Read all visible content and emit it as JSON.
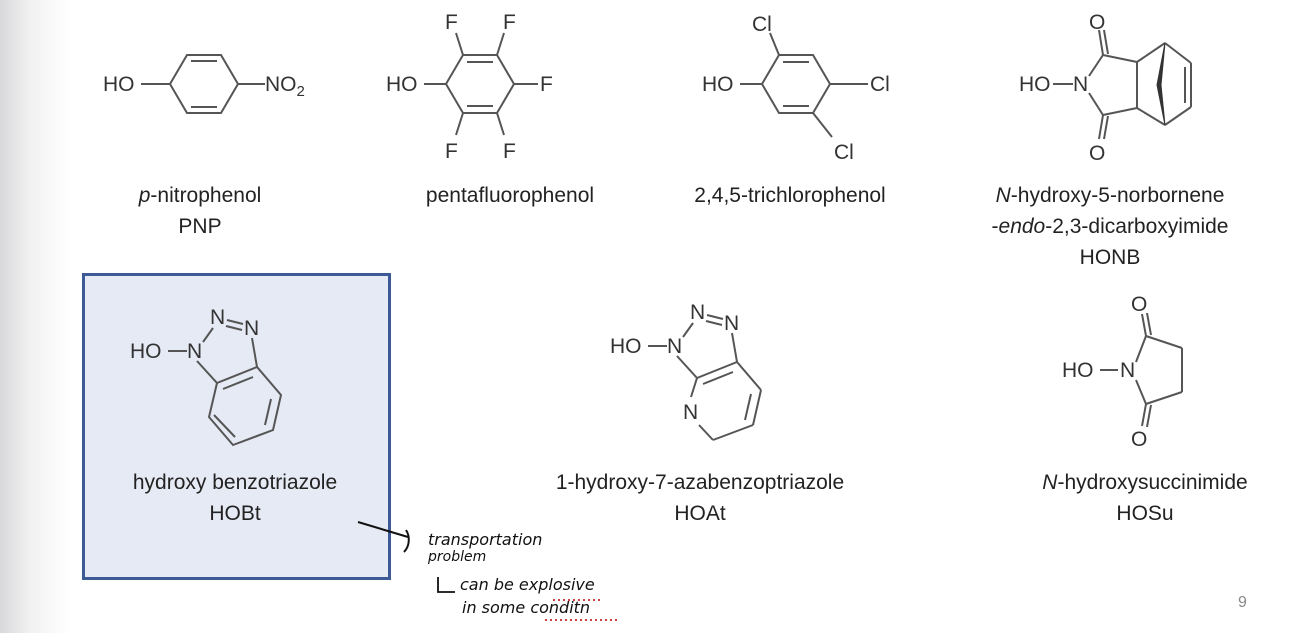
{
  "compounds": [
    {
      "id": "pnp",
      "line1_prefix": "p",
      "line1_suffix": "-nitrophenol",
      "line2": "PNP",
      "atoms": {
        "ho": "HO",
        "no2": "NO",
        "sub": "2"
      }
    },
    {
      "id": "pfp",
      "line1": "pentafluorophenol",
      "atoms": {
        "ho": "HO",
        "f": "F"
      }
    },
    {
      "id": "tcp",
      "line1": "2,4,5-trichlorophenol",
      "atoms": {
        "ho": "HO",
        "cl": "Cl"
      }
    },
    {
      "id": "honb",
      "line1_prefix": "N",
      "line1_suffix": "-hydroxy-5-norbornene",
      "line2_prefix": "-",
      "line2_italic": "endo",
      "line2_suffix": "-2,3-dicarboxyimide",
      "line3": "HONB",
      "atoms": {
        "ho": "HO",
        "n": "N",
        "o": "O"
      }
    },
    {
      "id": "hobt",
      "line1": "hydroxy benzotriazole",
      "line2": "HOBt",
      "atoms": {
        "ho": "HO",
        "n": "N"
      }
    },
    {
      "id": "hoat",
      "line1": "1-hydroxy-7-azabenzoptriazole",
      "line2": "HOAt",
      "atoms": {
        "ho": "HO",
        "n": "N"
      }
    },
    {
      "id": "hosu",
      "line1_prefix": "N",
      "line1_suffix": "-hydroxysuccinimide",
      "line2": "HOSu",
      "atoms": {
        "ho": "HO",
        "n": "N",
        "o": "O"
      }
    }
  ],
  "annotation": {
    "line1": "transportation",
    "line2": "problem",
    "line3": "can be explosive",
    "line4": "in some conditn"
  },
  "page_number": "9",
  "colors": {
    "highlight_border": "#3c5a94",
    "highlight_fill": "#e6eaf4",
    "spell_underline": "#d04040"
  }
}
